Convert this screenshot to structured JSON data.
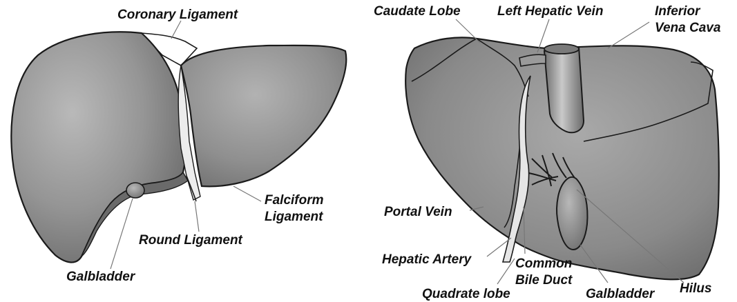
{
  "anterior_view": {
    "labels": {
      "coronary_ligament": "Coronary Ligament",
      "falciform_ligament_line1": "Falciform",
      "falciform_ligament_line2": "Ligament",
      "round_ligament": "Round Ligament",
      "gallbladder": "Galbladder"
    }
  },
  "posterior_view": {
    "labels": {
      "caudate_lobe": "Caudate Lobe",
      "left_hepatic_vein": "Left Hepatic Vein",
      "inferior_vena_cava_line1": "Inferior",
      "inferior_vena_cava_line2": "Vena Cava",
      "portal_vein": "Portal Vein",
      "hepatic_artery": "Hepatic Artery",
      "common_bile_duct_line1": "Common",
      "common_bile_duct_line2": "Bile Duct",
      "quadrate_lobe": "Quadrate lobe",
      "gallbladder": "Galbladder",
      "hilus": "Hilus"
    }
  },
  "colors": {
    "organ_fill": "#8f8f8f",
    "organ_highlight": "#b5b5b5",
    "organ_shadow": "#5e5e5e",
    "ligament_fill": "#ececec",
    "outline": "#1a1a1a"
  }
}
